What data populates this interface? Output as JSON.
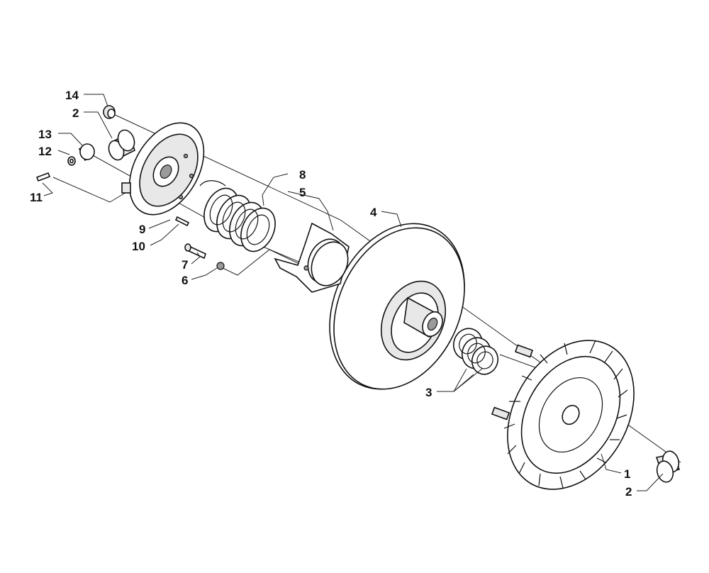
{
  "callouts": [
    {
      "id": "c14",
      "text": "14"
    },
    {
      "id": "c2a",
      "text": "2"
    },
    {
      "id": "c13",
      "text": "13"
    },
    {
      "id": "c12",
      "text": "12"
    },
    {
      "id": "c11",
      "text": "11"
    },
    {
      "id": "c9",
      "text": "9"
    },
    {
      "id": "c10",
      "text": "10"
    },
    {
      "id": "c7",
      "text": "7"
    },
    {
      "id": "c6",
      "text": "6"
    },
    {
      "id": "c8",
      "text": "8"
    },
    {
      "id": "c5",
      "text": "5"
    },
    {
      "id": "c4",
      "text": "4"
    },
    {
      "id": "c3",
      "text": "3"
    },
    {
      "id": "c1",
      "text": "1"
    },
    {
      "id": "c2b",
      "text": "2"
    }
  ]
}
